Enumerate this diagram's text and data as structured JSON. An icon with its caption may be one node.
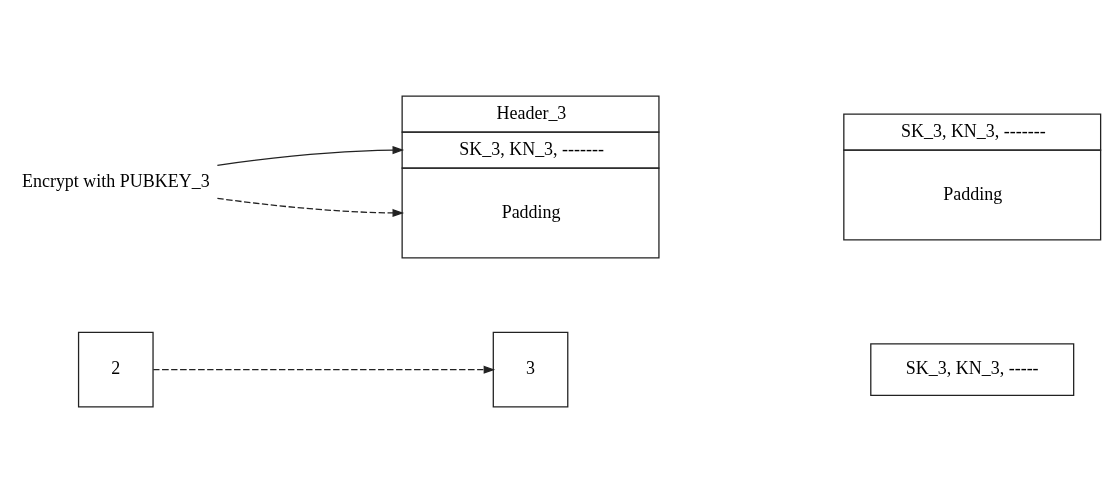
{
  "diagram": {
    "nodes": [
      {
        "text": [
          "2"
        ]
      },
      {
        "text": [
          "3"
        ]
      },
      {
        "text": [
          "SK_3, KN_3, -----"
        ]
      },
      {
        "text": [
          "Header_3",
          "SK_3, KN_3, -------",
          "Padding"
        ]
      },
      {
        "text": [
          "Encrypt with PUBKEY_3"
        ]
      },
      {
        "text": [
          "SK_3, KN_3, -------",
          "Padding"
        ]
      }
    ],
    "edges": [
      {
        "from": 0,
        "to": 1,
        "arrow": "to",
        "style": "dashed"
      },
      {
        "from": 4,
        "to": 3,
        "arrow": "to"
      },
      {
        "from": 4,
        "to": 3,
        "arrow": "to",
        "style": "dashed"
      }
    ]
  }
}
